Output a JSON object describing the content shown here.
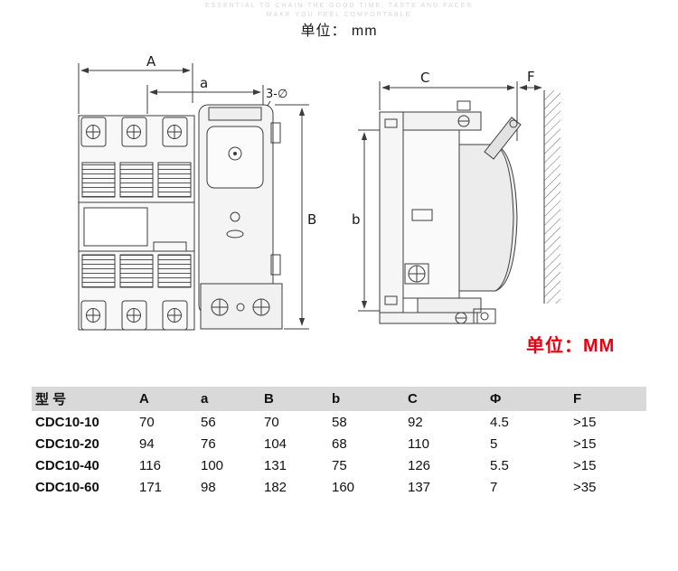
{
  "watermark": {
    "line1": "ESSENTIAL TO CHAIN THE GOOD TIME, TASTE AND FACES",
    "line2": "MAKE YOU FEEL COMFORTABLE"
  },
  "labels": {
    "unit_top": "单位： mm",
    "unit_red": "单位：MM"
  },
  "colors": {
    "accent_red": "#e60012",
    "table_header_bg": "#d9d9d9",
    "line": "#3c3c3c"
  },
  "drawing": {
    "front_view": {
      "dim_width_total": "A",
      "dim_width_magnet": "a",
      "dim_height": "B",
      "holes_label": "3-∅"
    },
    "side_view": {
      "dim_depth": "C",
      "dim_clearance": "F",
      "dim_height": "b"
    }
  },
  "table": {
    "headers": [
      "型  号",
      "A",
      "a",
      "B",
      "b",
      "C",
      "Φ",
      "F"
    ],
    "rows": [
      [
        "CDC10-10",
        "70",
        "56",
        "70",
        "58",
        "92",
        "4.5",
        ">15"
      ],
      [
        "CDC10-20",
        "94",
        "76",
        "104",
        "68",
        "110",
        "5",
        ">15"
      ],
      [
        "CDC10-40",
        "116",
        "100",
        "131",
        "75",
        "126",
        "5.5",
        ">15"
      ],
      [
        "CDC10-60",
        "171",
        "98",
        "182",
        "160",
        "137",
        "7",
        ">35"
      ]
    ]
  }
}
